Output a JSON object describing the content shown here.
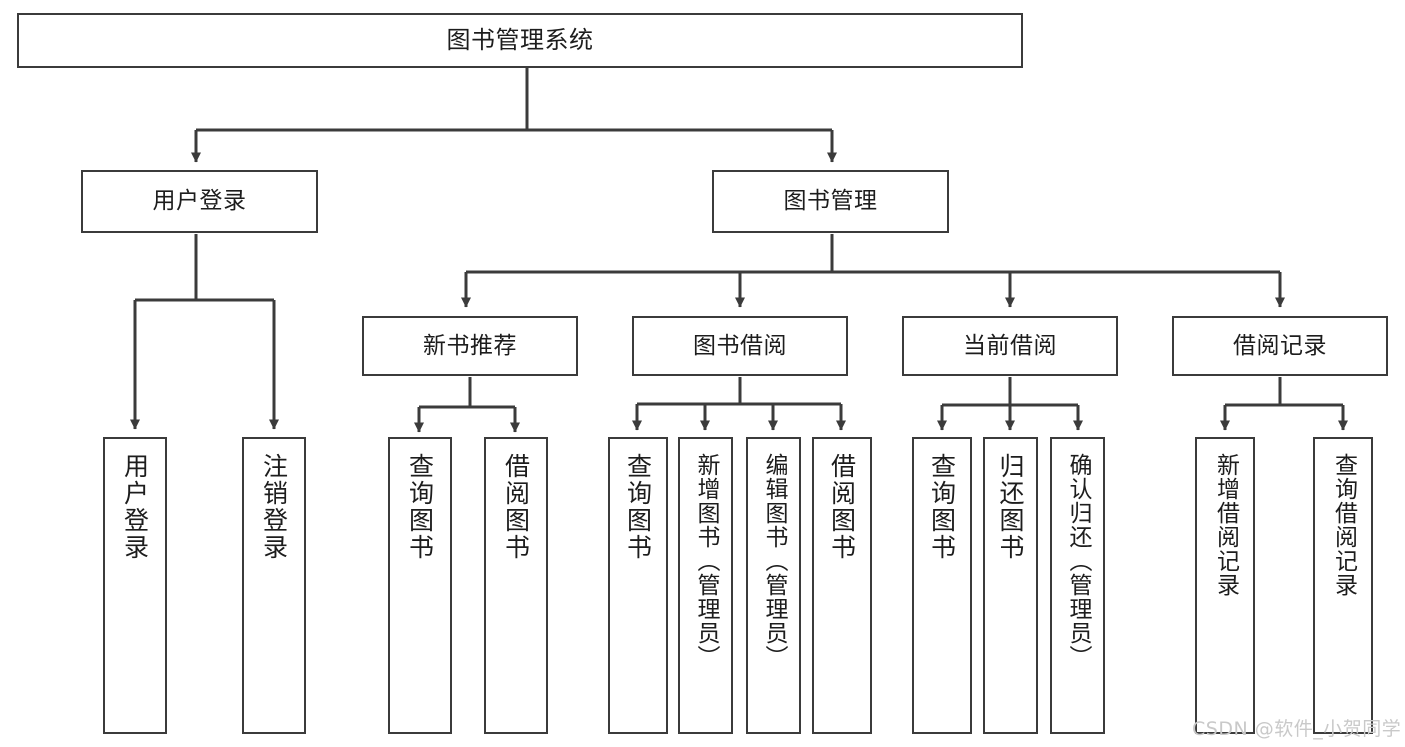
{
  "diagram": {
    "title": "图书管理系统",
    "type": "hierarchy-tree",
    "orientation": "top-down",
    "colors": {
      "box_border": "#3b3b3b",
      "box_fill": "#ffffff",
      "edge": "#3b3b3b",
      "text": "#1d1d1d",
      "watermark": "#c9c9c9",
      "background": "#ffffff"
    },
    "levels": {
      "root": {
        "label": "图书管理系统"
      },
      "level1": [
        {
          "label": "用户登录"
        },
        {
          "label": "图书管理"
        }
      ],
      "level2": [
        {
          "label": "新书推荐"
        },
        {
          "label": "图书借阅"
        },
        {
          "label": "当前借阅"
        },
        {
          "label": "借阅记录"
        }
      ],
      "leaves": {
        "user_login": [
          {
            "label": "用户登录"
          },
          {
            "label": "注销登录"
          }
        ],
        "new_book_recommend": [
          {
            "label": "查询图书"
          },
          {
            "label": "借阅图书"
          }
        ],
        "book_borrow": [
          {
            "label": "查询图书"
          },
          {
            "label": "新增图书（管理员）"
          },
          {
            "label": "编辑图书（管理员）"
          },
          {
            "label": "借阅图书"
          }
        ],
        "current_borrow": [
          {
            "label": "查询图书"
          },
          {
            "label": "归还图书"
          },
          {
            "label": "确认归还（管理员）"
          }
        ],
        "borrow_record": [
          {
            "label": "新增借阅记录"
          },
          {
            "label": "查询借阅记录"
          }
        ]
      }
    },
    "watermark": "CSDN @软件_小贺同学"
  }
}
